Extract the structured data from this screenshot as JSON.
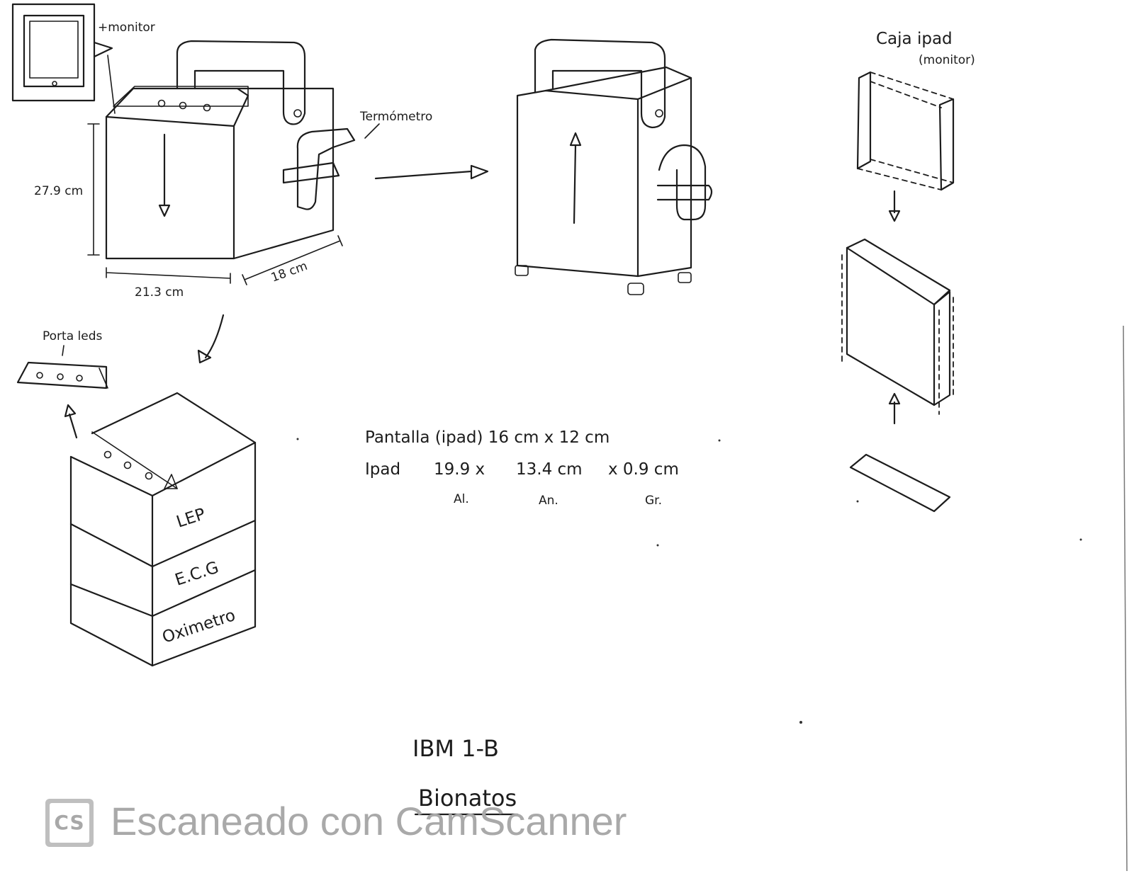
{
  "sketch1": {
    "monitor_label": "+monitor",
    "thermometer_label": "Termómetro",
    "height_label": "27.9 cm",
    "width_label": "21.3 cm",
    "depth_label": "18 cm"
  },
  "sketch2": {
    "leds_holder_label": "Porta leds",
    "module_labels": [
      "LEP",
      "E.C.G",
      "Oximetro"
    ]
  },
  "ipad_box": {
    "title": "Caja ipad",
    "subtitle": "(monitor)"
  },
  "specs": {
    "line1": "Pantalla (ipad) 16 cm x 12 cm",
    "line2_prefix": "Ipad",
    "v_al": "19.9 x",
    "v_an": "13.4 cm",
    "v_gr": "x 0.9 cm",
    "lbl_al": "Al.",
    "lbl_an": "An.",
    "lbl_gr": "Gr."
  },
  "footer": {
    "group": "IBM 1-B",
    "team": "Bionatos"
  },
  "watermark": {
    "logo": "CS",
    "text": "Escaneado con CamScanner"
  }
}
